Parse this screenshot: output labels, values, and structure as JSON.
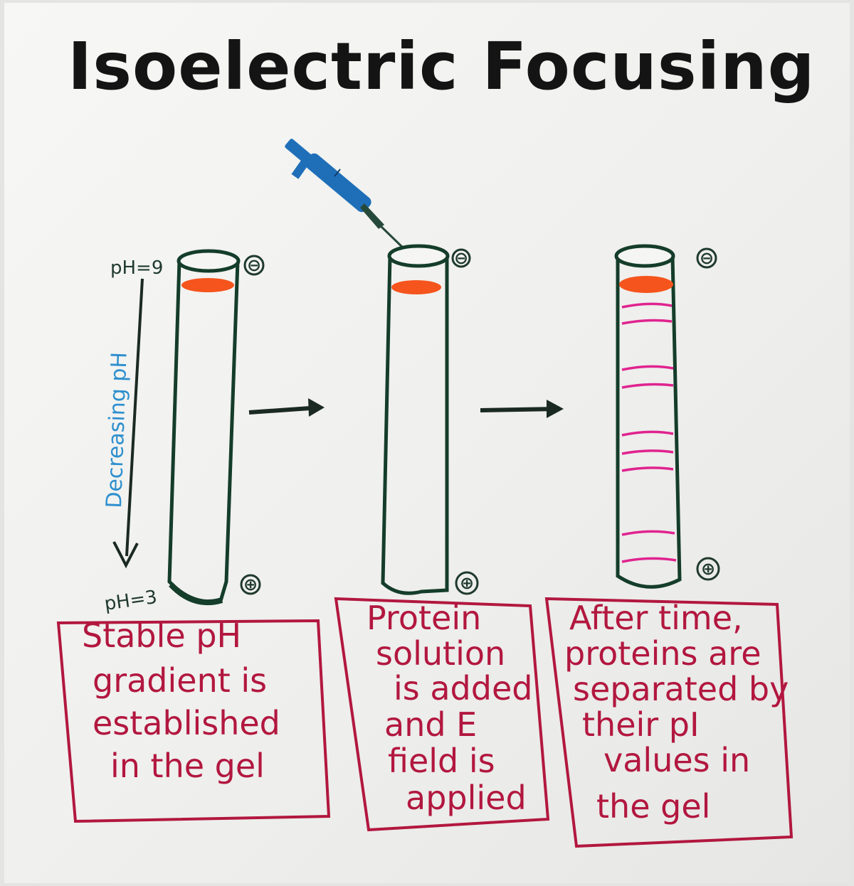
{
  "title": "Isoelectric Focusing",
  "gradient": {
    "top_label": "pH=9",
    "bottom_label": "pH=3",
    "axis_label": "Decreasing pH"
  },
  "electrodes": {
    "negative": "⊖",
    "positive": "⊕"
  },
  "captions": [
    [
      "Stable pH",
      "gradient is",
      "established",
      "in the gel"
    ],
    [
      "Protein",
      "solution",
      "is added",
      "and E",
      "field is",
      "applied"
    ],
    [
      "After time,",
      "proteins are",
      "separated by",
      "their pI",
      "values in",
      "the gel"
    ]
  ],
  "colors": {
    "ink_title": "#141414",
    "tube_stroke": "#143d2a",
    "protein_band_initial": "#f5541c",
    "protein_band_focused": "#e0238f",
    "caption_ink": "#b2173f",
    "axis_label_ink": "#2e8fce",
    "syringe": "#1f6fb8"
  }
}
